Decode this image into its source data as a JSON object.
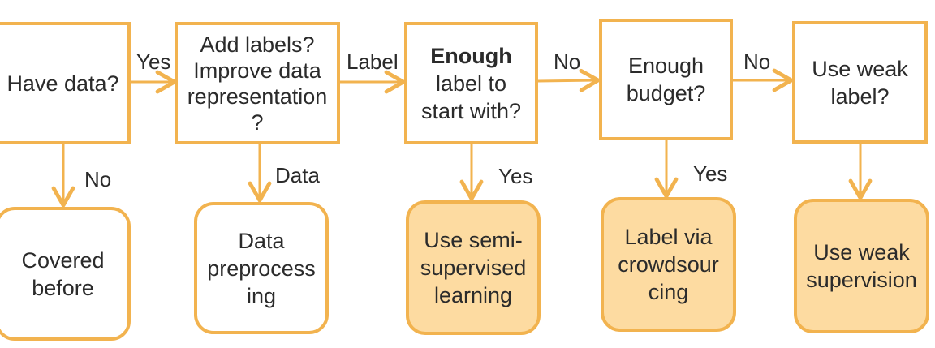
{
  "colors": {
    "accent": "#f2b34f",
    "outcome_fill": "#fddba1",
    "text": "#2b2b2b"
  },
  "decisions": {
    "have_data": {
      "lines": [
        "Have data?"
      ]
    },
    "add_labels": {
      "lines": [
        "Add labels?",
        "Improve data",
        "representation",
        "?"
      ]
    },
    "enough_label": {
      "lines": [
        "Enough",
        "label to",
        "start with?"
      ]
    },
    "enough_budget": {
      "lines": [
        "Enough",
        "budget?"
      ]
    },
    "use_weak_label": {
      "lines": [
        "Use weak",
        "label?"
      ]
    }
  },
  "outcomes": {
    "covered_before": {
      "lines": [
        "Covered",
        "before"
      ]
    },
    "data_preprocessing": {
      "lines": [
        "Data",
        "preprocess",
        "ing"
      ]
    },
    "semi_supervised": {
      "lines": [
        "Use semi-",
        "supervised",
        "learning"
      ]
    },
    "crowdsourcing": {
      "lines": [
        "Label via",
        "crowdsour",
        "cing"
      ]
    },
    "weak_supervision": {
      "lines": [
        "Use weak",
        "supervision"
      ]
    }
  },
  "edges": {
    "have_data_yes": "Yes",
    "have_data_no": "No",
    "add_labels_label": "Label",
    "add_labels_data": "Data",
    "enough_label_no": "No",
    "enough_label_yes": "Yes",
    "budget_no": "No",
    "budget_yes": "Yes"
  }
}
